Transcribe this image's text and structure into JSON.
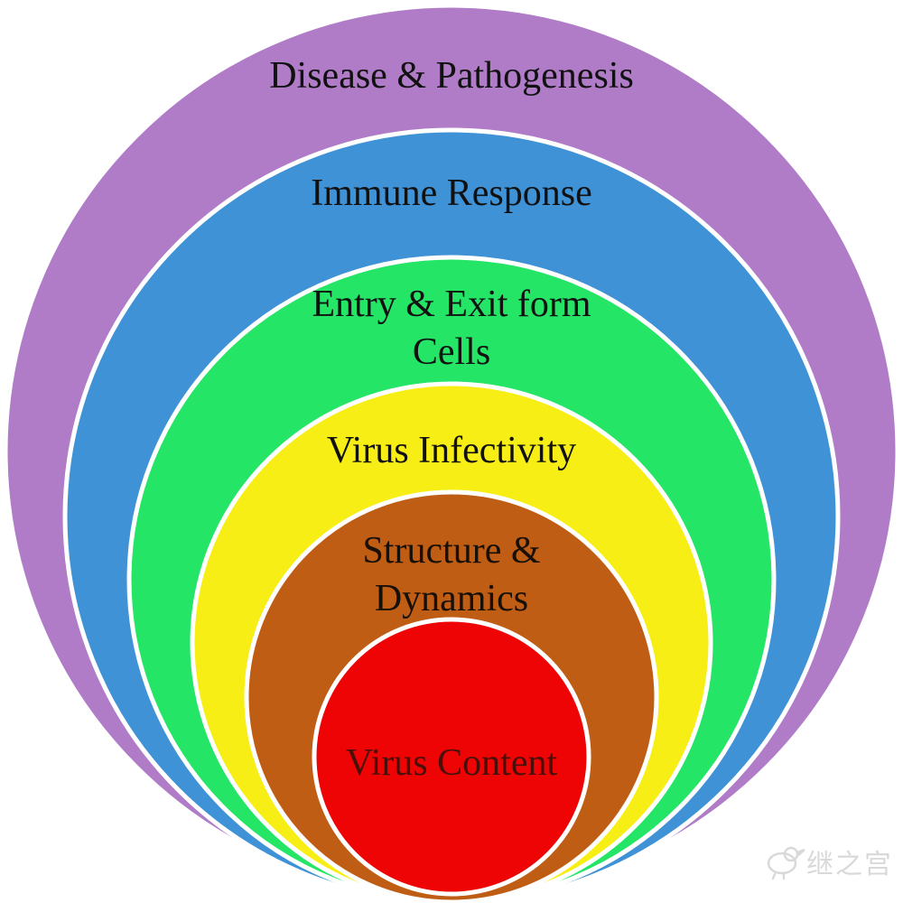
{
  "diagram": {
    "type": "nested-circles",
    "background": "#ffffff",
    "circle_border_color": "#ffffff",
    "layers": [
      {
        "name": "disease-pathogenesis",
        "lines": [
          "Disease & Pathogenesis"
        ],
        "color": "#b07cc8",
        "text_color": "#111111"
      },
      {
        "name": "immune-response",
        "lines": [
          "Immune Response"
        ],
        "color": "#3f92d6",
        "text_color": "#111111"
      },
      {
        "name": "entry-exit-cells",
        "lines": [
          "Entry & Exit form",
          "Cells"
        ],
        "color": "#25e567",
        "text_color": "#111111"
      },
      {
        "name": "virus-infectivity",
        "lines": [
          "Virus Infectivity"
        ],
        "color": "#f7ee16",
        "text_color": "#111111"
      },
      {
        "name": "structure-dynamics",
        "lines": [
          "Structure &",
          "Dynamics"
        ],
        "color": "#c05d15",
        "text_color": "#161008"
      },
      {
        "name": "virus-content",
        "lines": [
          "Virus Content"
        ],
        "color": "#ee0404",
        "text_color": "#4a0f08"
      }
    ]
  },
  "watermark": {
    "text": "继之宫",
    "icon": "chick-icon",
    "color": "#d9d9d9"
  }
}
